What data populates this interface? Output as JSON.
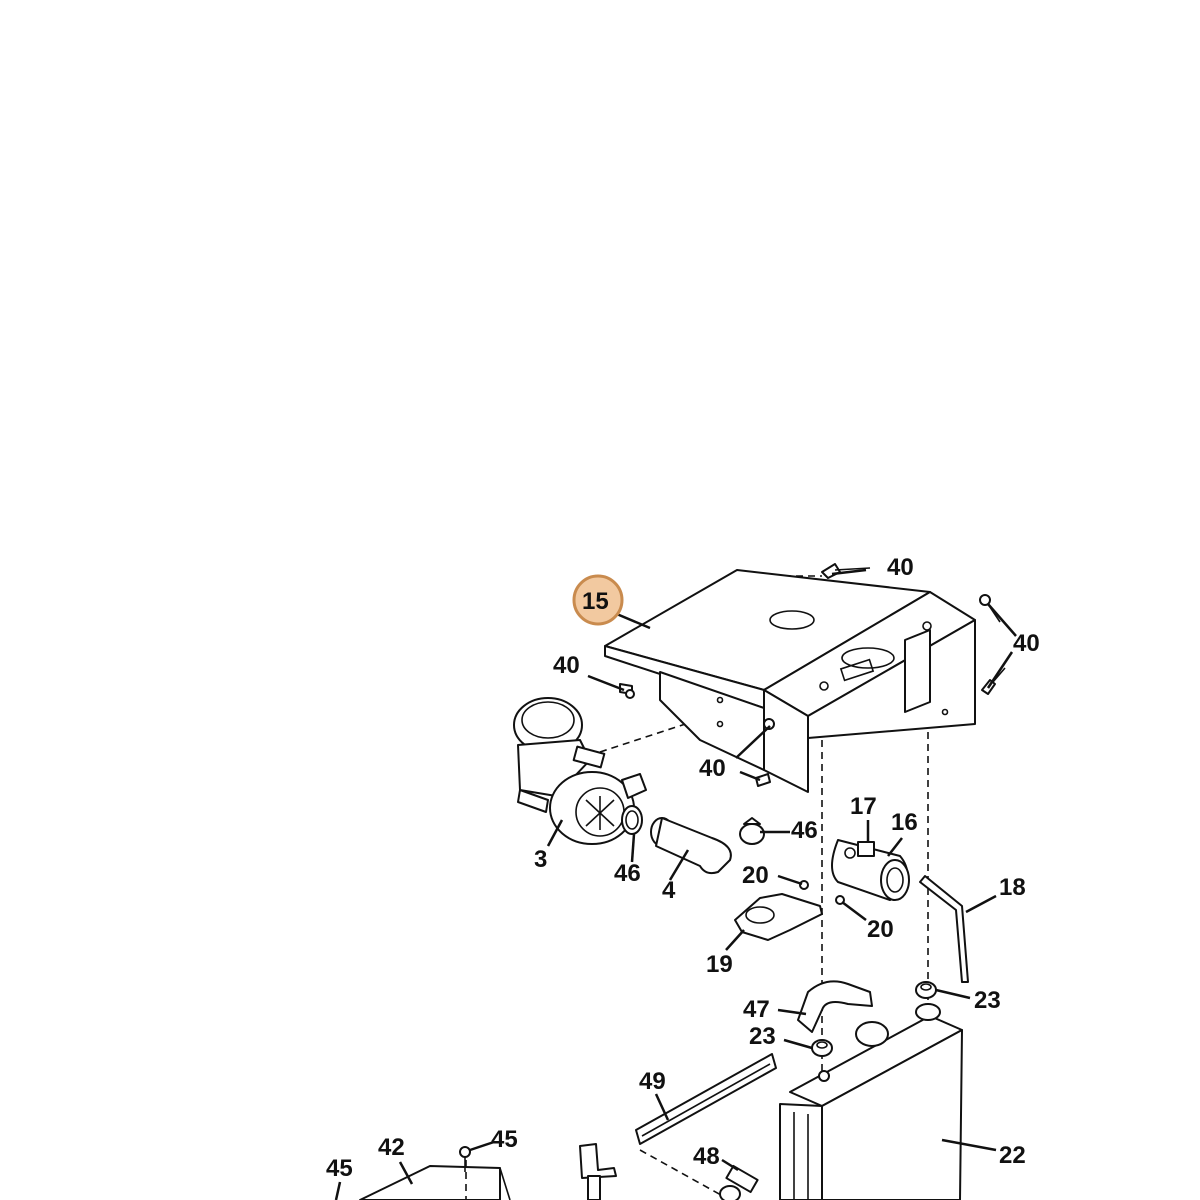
{
  "diagram": {
    "highlight_color": "#f2c9a0",
    "highlight_border": "#c98b4e",
    "callouts": {
      "c15": "15",
      "c40a": "40",
      "c40b": "40",
      "c40c": "40",
      "c40d": "40",
      "c3": "3",
      "c46a": "46",
      "c46b": "46",
      "c4": "4",
      "c17": "17",
      "c16": "16",
      "c20a": "20",
      "c20b": "20",
      "c18": "18",
      "c19": "19",
      "c47": "47",
      "c23a": "23",
      "c23b": "23",
      "c49": "49",
      "c22": "22",
      "c48": "48",
      "c45a": "45",
      "c45b": "45",
      "c42": "42"
    }
  }
}
